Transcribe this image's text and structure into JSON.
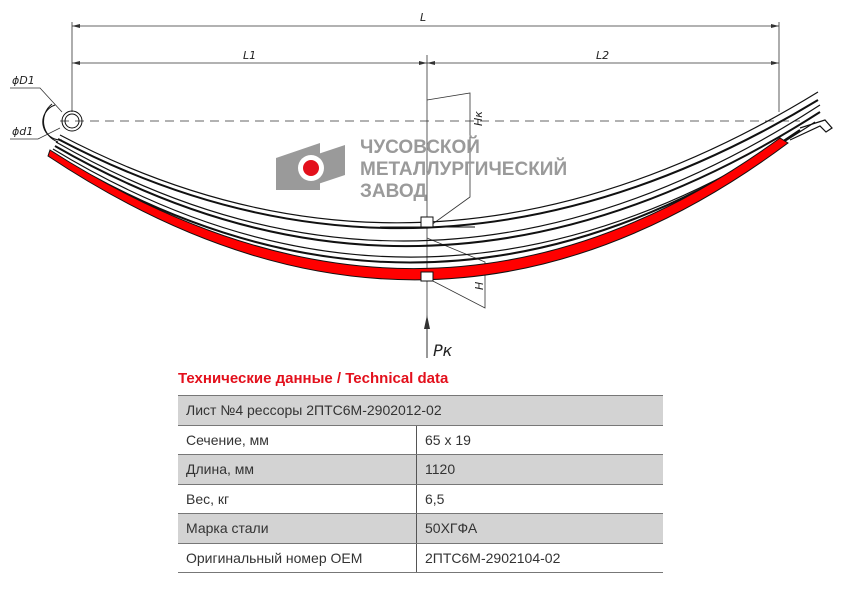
{
  "drawing": {
    "dim_L": "L",
    "dim_L1": "L1",
    "dim_L2": "L2",
    "dim_D1": "ϕD1",
    "dim_d1": "ϕd1",
    "dim_H": "H",
    "dim_Hk": "Hк",
    "load_label": "Pк"
  },
  "logo": {
    "line1": "ЧУСОВСКОЙ",
    "line2": "МЕТАЛЛУРГИЧЕСКИЙ",
    "line3": "ЗАВОД",
    "accent": "#e3101c"
  },
  "table": {
    "title": "Технические данные / Technical data",
    "header": "Лист №4 рессоры 2ПТС6М-2902012-02",
    "rows": [
      {
        "label": "Сечение, мм",
        "value": "65 x 19"
      },
      {
        "label": "Длина, мм",
        "value": "1120"
      },
      {
        "label": "Вес, кг",
        "value": "6,5"
      },
      {
        "label": "Марка стали",
        "value": "50ХГФА"
      },
      {
        "label": "Оригинальный номер OEM",
        "value": "2ПТС6М-2902104-02"
      }
    ]
  }
}
